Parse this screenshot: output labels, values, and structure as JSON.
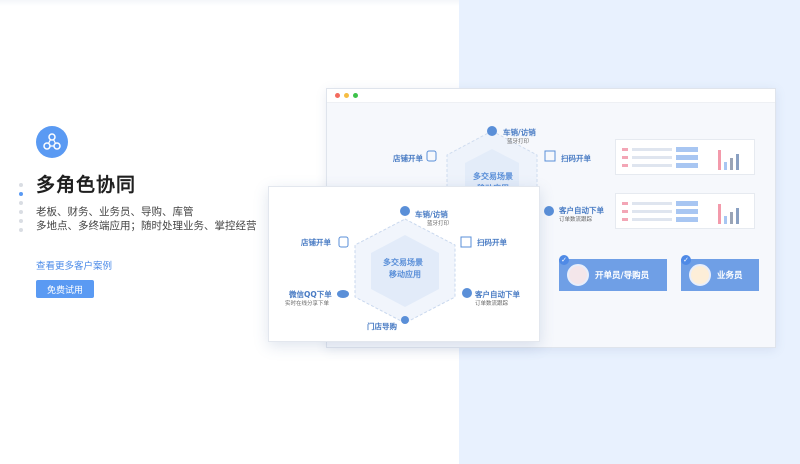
{
  "feature": {
    "icon": "collaboration-icon",
    "title": "多角色协同",
    "desc_line1": "老板、财务、业务员、导购、库管",
    "desc_line2": "多地点、多终端应用；随时处理业务、掌控经营",
    "link": "查看更多客户案例",
    "cta": "免费试用"
  },
  "pager": {
    "count": 6,
    "active_index": 1
  },
  "back_window": {
    "top_node": "车销/访销",
    "top_sub": "蓝牙打印",
    "left_node": "店铺开单",
    "right_node": "扫码开单",
    "hex_line1": "多交易场景",
    "hex_line2": "移动应用",
    "right2_node": "客户自动下单",
    "right2_sub": "订单数流跟踪",
    "role1": "开单员/导购员",
    "role2": "业务员"
  },
  "front_window": {
    "top_node": "车销/访销",
    "top_sub": "蓝牙打印",
    "left_node": "店铺开单",
    "right_node": "扫码开单",
    "hex_line1": "多交易场景",
    "hex_line2": "移动应用",
    "left2_node": "微信QQ下单",
    "left2_sub": "实时在线分享下单",
    "right2_node": "客户自动下单",
    "right2_sub": "订单数流跟踪",
    "bottom_node": "门店导购"
  },
  "colors": {
    "accent": "#5a9af3",
    "right_bg": "#e8f1fe",
    "traffic_red": "#f46b5e",
    "traffic_yellow": "#f6bd43",
    "traffic_green": "#3dc24a"
  }
}
